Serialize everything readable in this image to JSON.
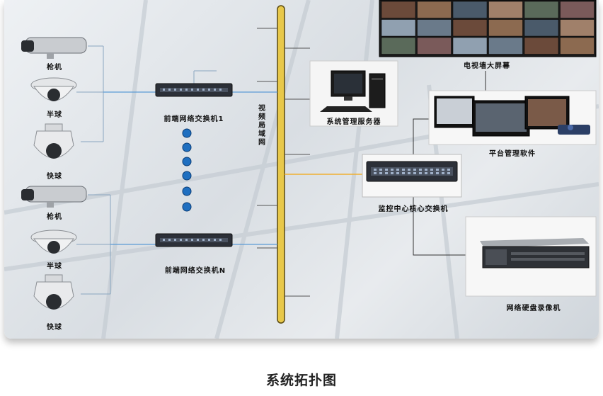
{
  "diagram": {
    "cameras": [
      {
        "label": "枪机"
      },
      {
        "label": "半球"
      },
      {
        "label": "快球"
      },
      {
        "label": "枪机"
      },
      {
        "label": "半球"
      },
      {
        "label": "快球"
      }
    ],
    "front_switch_1": "前端网络交换机1",
    "front_switch_n": "前端网络交换机N",
    "backbone": "视频局域网",
    "server": "系统管理服务器",
    "video_wall": "电视墙大屏幕",
    "platform": "平台管理软件",
    "core_switch": "监控中心核心交换机",
    "nvr": "网络硬盘录像机",
    "colors": {
      "backbone": "#e8c84a",
      "link_blue": "#5b9bd5",
      "link_orange": "#f0b030",
      "dot_blue": "#1f6fc0"
    }
  },
  "caption": "系统拓扑图"
}
